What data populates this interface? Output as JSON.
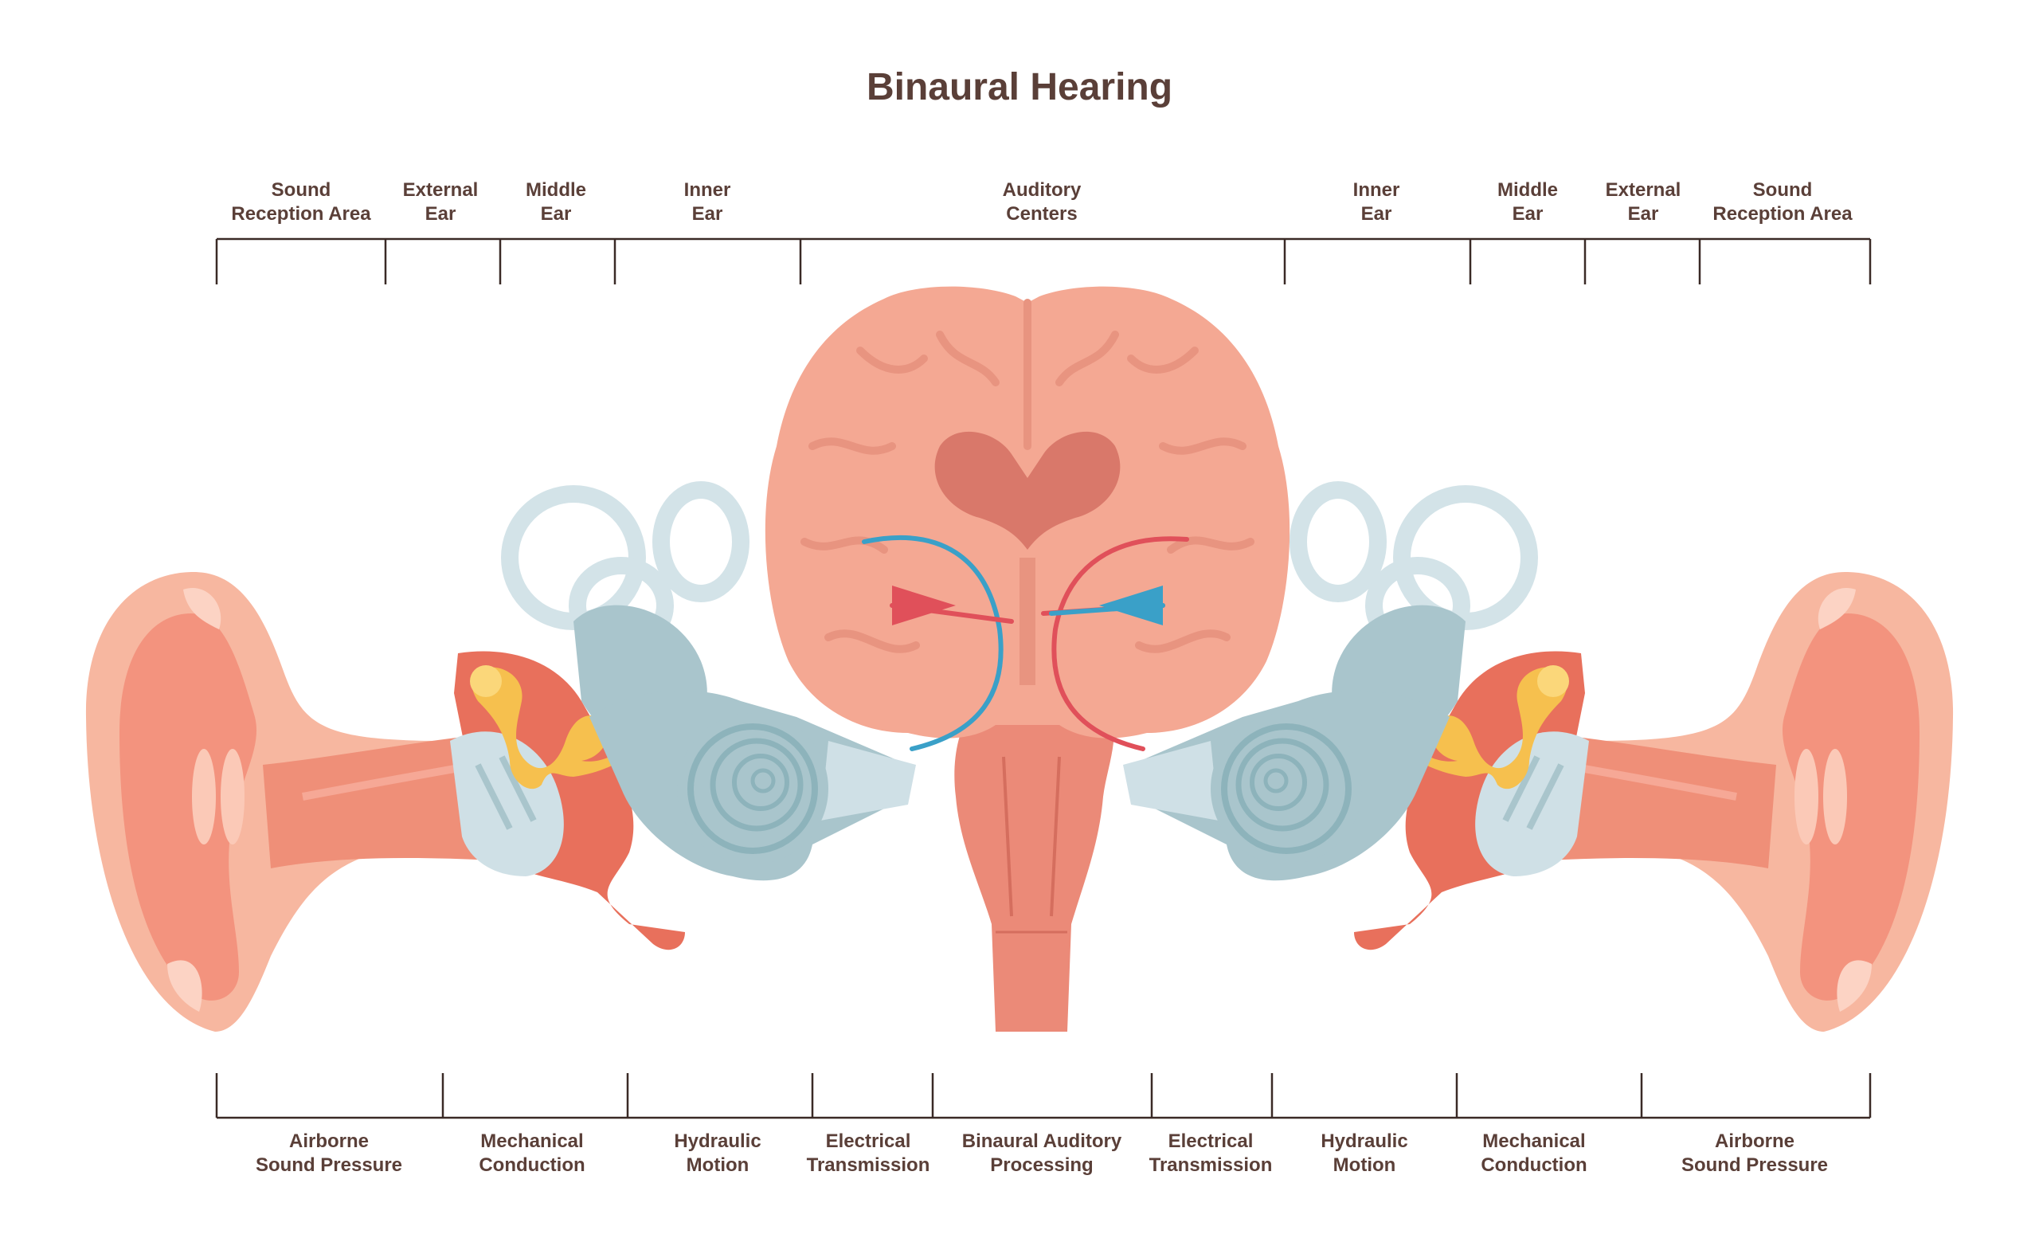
{
  "title": "Binaural Hearing",
  "top_labels": [
    {
      "line1": "Sound",
      "line2": "Reception Area"
    },
    {
      "line1": "External",
      "line2": "Ear"
    },
    {
      "line1": "Middle",
      "line2": "Ear"
    },
    {
      "line1": "Inner",
      "line2": "Ear"
    },
    {
      "line1": "Auditory",
      "line2": "Centers"
    },
    {
      "line1": "Inner",
      "line2": "Ear"
    },
    {
      "line1": "Middle",
      "line2": "Ear"
    },
    {
      "line1": "External",
      "line2": "Ear"
    },
    {
      "line1": "Sound",
      "line2": "Reception Area"
    }
  ],
  "bottom_labels": [
    {
      "line1": "Airborne",
      "line2": "Sound Pressure"
    },
    {
      "line1": "Mechanical",
      "line2": "Conduction"
    },
    {
      "line1": "Hydraulic",
      "line2": "Motion"
    },
    {
      "line1": "Electrical",
      "line2": "Transmission"
    },
    {
      "line1": "Binaural Auditory",
      "line2": "Processing"
    },
    {
      "line1": "Electrical",
      "line2": "Transmission"
    },
    {
      "line1": "Hydraulic",
      "line2": "Motion"
    },
    {
      "line1": "Mechanical",
      "line2": "Conduction"
    },
    {
      "line1": "Airborne",
      "line2": "Sound Pressure"
    }
  ],
  "colors": {
    "text": "#5a3f38",
    "outer_ear": "#f7b7a0",
    "canal": "#ef8f78",
    "brain": "#f4a893",
    "brain_dark": "#d9786a",
    "inner_ear": "#a9c5cc",
    "canals": "#d3e3e8",
    "ossicles": "#f6c04e",
    "nerve_red": "#e0505a",
    "nerve_blue": "#3aa0c8"
  }
}
